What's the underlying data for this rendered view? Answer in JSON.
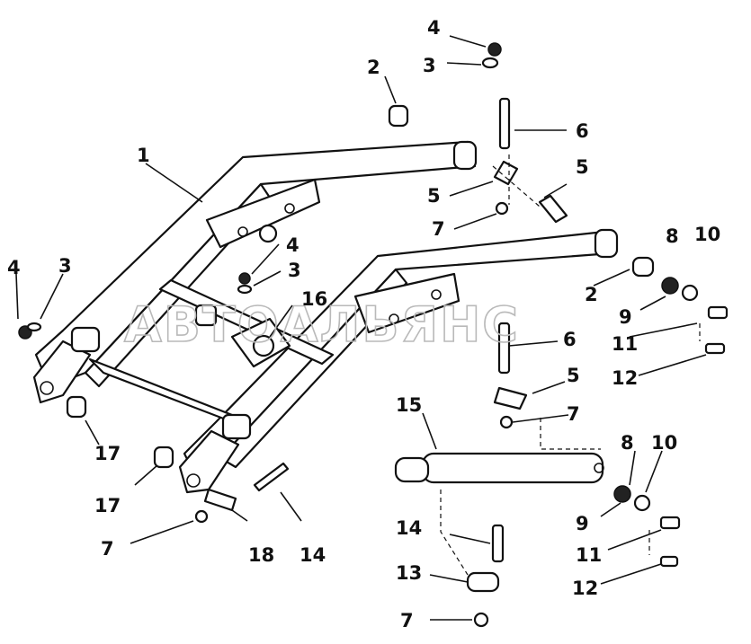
{
  "watermark": "АВТОАЛЬЯНС",
  "callouts": {
    "c1": "1",
    "c2a": "2",
    "c2b": "2",
    "c3a": "3",
    "c3b": "3",
    "c3c": "3",
    "c4a": "4",
    "c4b": "4",
    "c4c": "4",
    "c5a": "5",
    "c5b": "5",
    "c5c": "5",
    "c6a": "6",
    "c6b": "6",
    "c7a": "7",
    "c7b": "7",
    "c7c": "7",
    "c7d": "7",
    "c8a": "8",
    "c8b": "8",
    "c9a": "9",
    "c9b": "9",
    "c10a": "10",
    "c10b": "10",
    "c11a": "11",
    "c11b": "11",
    "c12a": "12",
    "c12b": "12",
    "c13": "13",
    "c14a": "14",
    "c14b": "14",
    "c15": "15",
    "c16": "16",
    "c17a": "17",
    "c17b": "17",
    "c18": "18"
  }
}
